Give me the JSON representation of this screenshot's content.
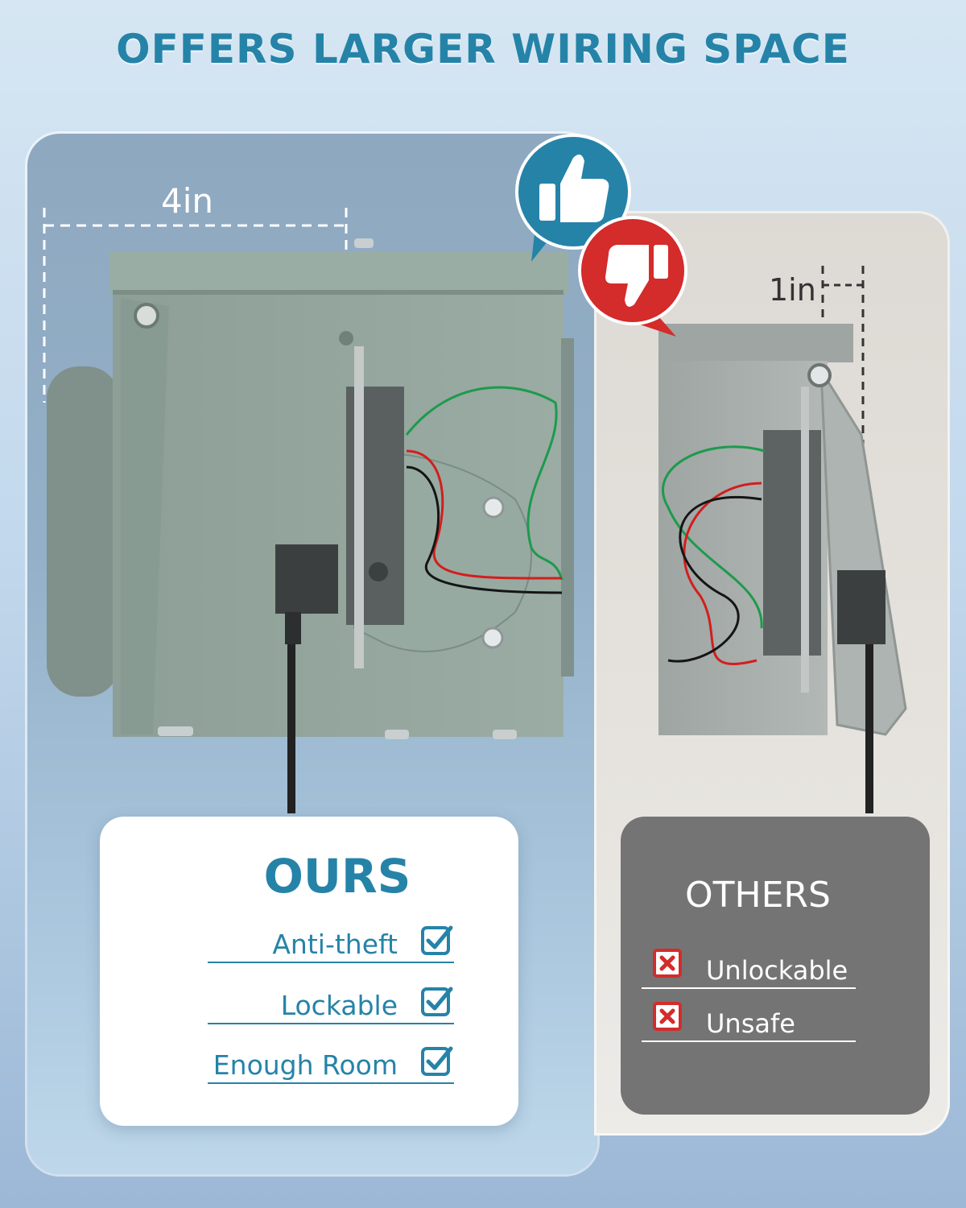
{
  "headline": "OFFERS LARGER WIRING SPACE",
  "ours": {
    "dimension": "4in",
    "title": "OURS",
    "features": [
      {
        "label": "Anti-theft",
        "icon": "checkbox-checked-icon"
      },
      {
        "label": "Lockable",
        "icon": "checkbox-checked-icon"
      },
      {
        "label": "Enough Room",
        "icon": "checkbox-checked-icon"
      }
    ]
  },
  "others": {
    "dimension": "1in",
    "title": "OTHERS",
    "drawbacks": [
      {
        "label": "Unlockable",
        "icon": "x-box-icon"
      },
      {
        "label": "Unsafe",
        "icon": "x-box-icon"
      }
    ]
  },
  "badges": {
    "positive": "thumbs-up-icon",
    "negative": "thumbs-down-icon"
  },
  "colors": {
    "brand_blue": "#2583a8",
    "negative_red": "#d42b2b",
    "box_green": "#8a9c93",
    "others_card": "#747474"
  }
}
